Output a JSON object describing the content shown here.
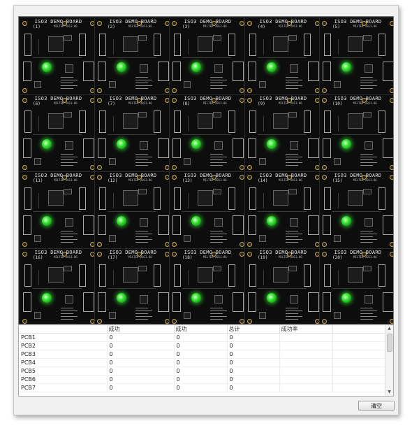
{
  "board": {
    "panels": [
      {
        "title": "ISO3 DEMO BOARD",
        "idx": "(1)",
        "sub": "MILTEK 2013.06"
      },
      {
        "title": "ISO3 DEMO BOARD",
        "idx": "(2)",
        "sub": "MILTEK 2013.06"
      },
      {
        "title": "ISO3 DEMO BOARD",
        "idx": "(3)",
        "sub": "MILTEK 2013.06"
      },
      {
        "title": "ISO3 DEMO BOARD",
        "idx": "(4)",
        "sub": "MILTEK 2013.06"
      },
      {
        "title": "ISO3 DEMO BOARD",
        "idx": "(5)",
        "sub": "MILTEK 2013.06"
      },
      {
        "title": "ISO3 DEMO BOARD",
        "idx": "(6)",
        "sub": "MILTEK 2013.06"
      },
      {
        "title": "ISO3 DEMO BOARD",
        "idx": "(7)",
        "sub": "MILTEK 2013.06"
      },
      {
        "title": "ISO3 DEMO BOARD",
        "idx": "(8)",
        "sub": "MILTEK 2013.06"
      },
      {
        "title": "ISO3 DEMO BOARD",
        "idx": "(9)",
        "sub": "MILTEK 2013.06"
      },
      {
        "title": "ISO3 DEMO BOARD",
        "idx": "(10)",
        "sub": "MILTEK 2013.06"
      },
      {
        "title": "ISO3 DEMO BOARD",
        "idx": "(11)",
        "sub": "MILTEK 2013.06"
      },
      {
        "title": "ISO3 DEMO BOARD",
        "idx": "(12)",
        "sub": "MILTEK 2013.06"
      },
      {
        "title": "ISO3 DEMO BOARD",
        "idx": "(13)",
        "sub": "MILTEK 2013.06"
      },
      {
        "title": "ISO3 DEMO BOARD",
        "idx": "(14)",
        "sub": "MILTEK 2013.06"
      },
      {
        "title": "ISO3 DEMO BOARD",
        "idx": "(15)",
        "sub": "MILTEK 2013.06"
      },
      {
        "title": "ISO3 DEMO BOARD",
        "idx": "(16)",
        "sub": "MILTEK 2013.06"
      },
      {
        "title": "ISO3 DEMO BOARD",
        "idx": "(17)",
        "sub": "MILTEK 2013.06"
      },
      {
        "title": "ISO3 DEMO BOARD",
        "idx": "(18)",
        "sub": "MILTEK 2013.06"
      },
      {
        "title": "ISO3 DEMO BOARD",
        "idx": "(19)",
        "sub": "MILTEK 2013.06"
      },
      {
        "title": "ISO3 DEMO BOARD",
        "idx": "(20)",
        "sub": "MILTEK 2013.06"
      }
    ],
    "led_color": "#3fe83a",
    "led_on_panels": [
      1,
      2,
      3,
      4,
      6,
      7,
      8,
      9,
      11,
      12,
      13,
      14,
      16,
      17,
      18,
      19
    ]
  },
  "table": {
    "columns": [
      "",
      "成功",
      "成功",
      "总计",
      "成功率",
      ""
    ],
    "rows": [
      [
        "PCB1",
        "0",
        "0",
        "0",
        "",
        ""
      ],
      [
        "PCB2",
        "0",
        "0",
        "0",
        "",
        ""
      ],
      [
        "PCB3",
        "0",
        "0",
        "0",
        "",
        ""
      ],
      [
        "PCB4",
        "0",
        "0",
        "0",
        "",
        ""
      ],
      [
        "PCB5",
        "0",
        "0",
        "0",
        "",
        ""
      ],
      [
        "PCB6",
        "0",
        "0",
        "0",
        "",
        ""
      ],
      [
        "PCB7",
        "0",
        "0",
        "0",
        "",
        ""
      ]
    ]
  },
  "buttons": {
    "clear_label": "清空"
  }
}
